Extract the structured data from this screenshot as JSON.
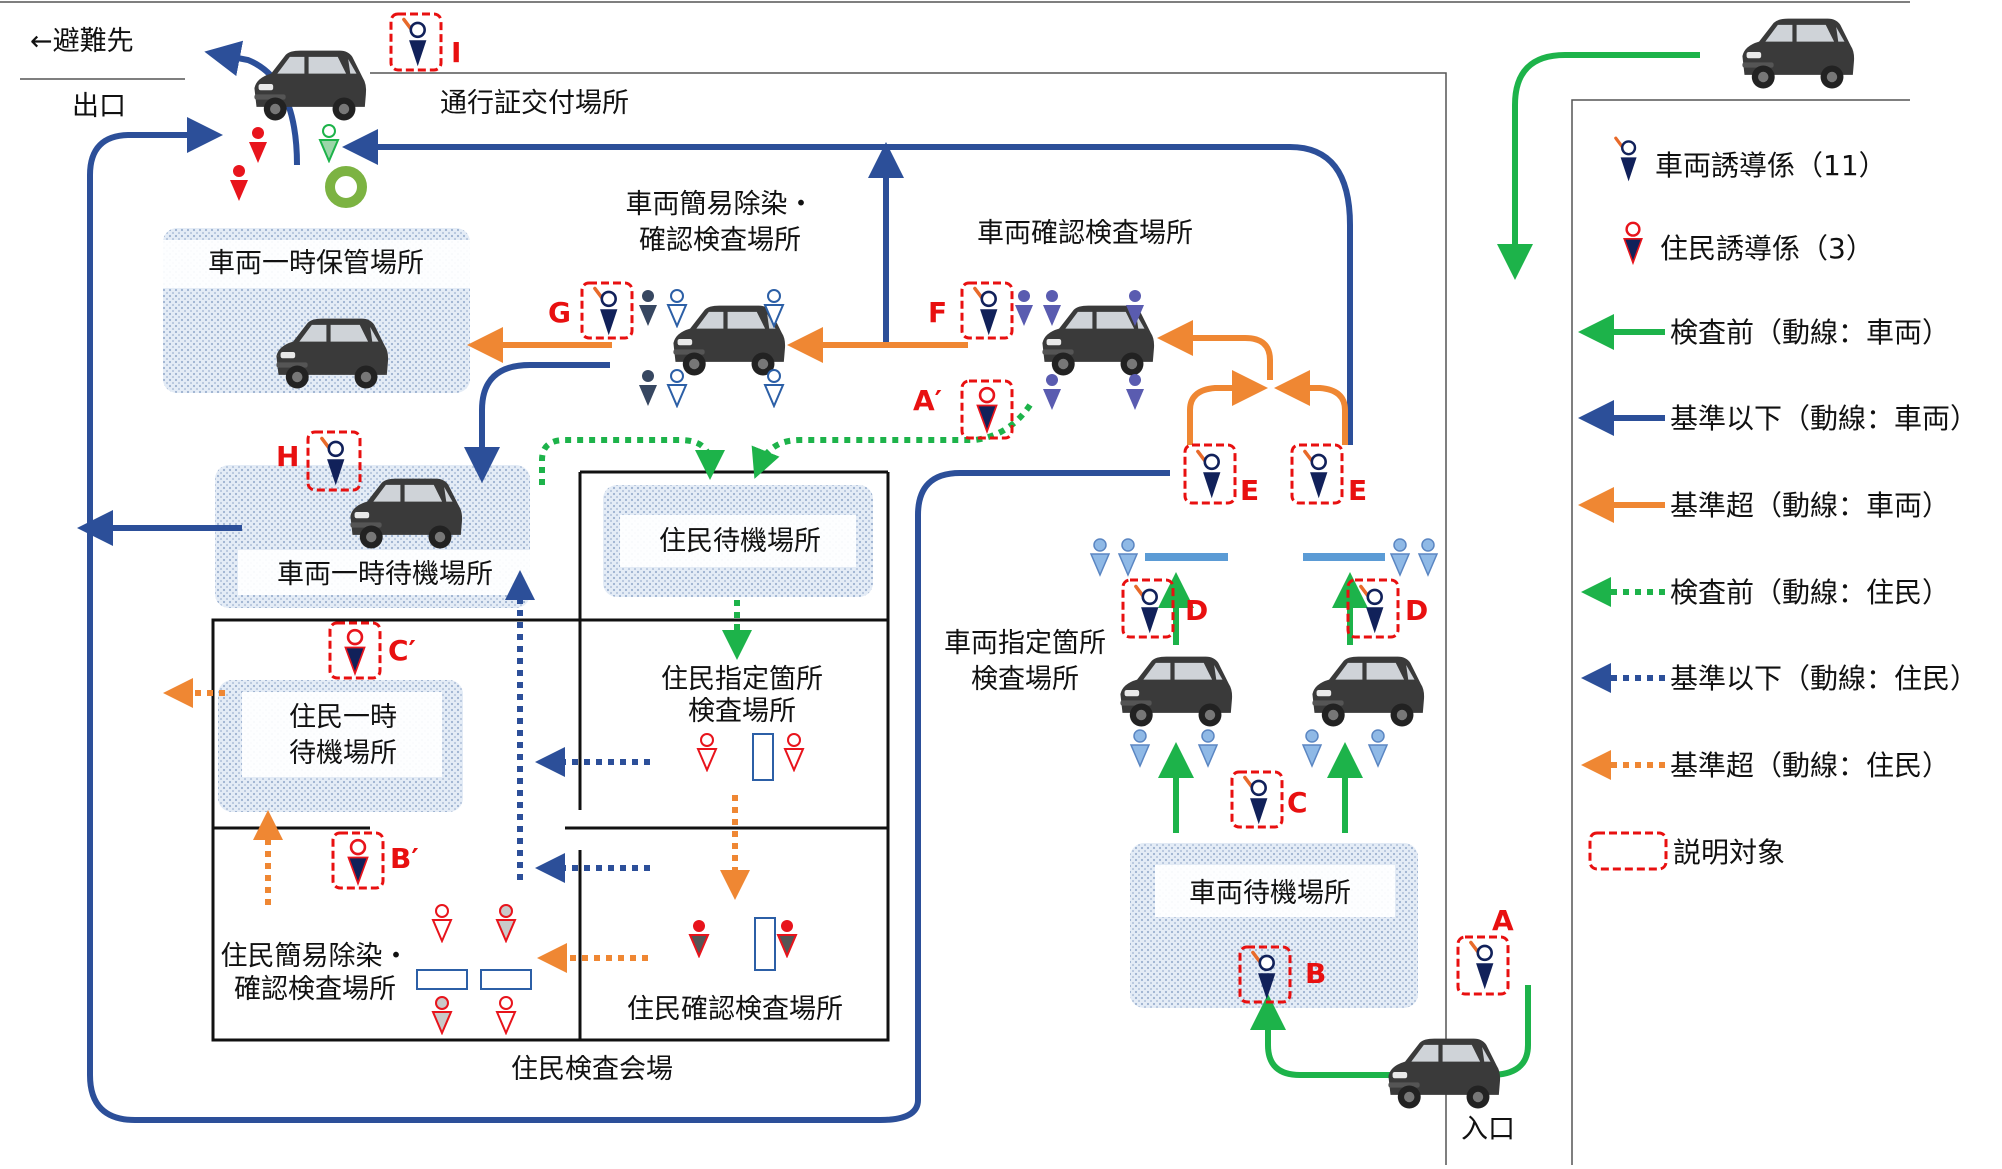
{
  "colors": {
    "green": "#1db34a",
    "blue": "#2c4f99",
    "orange": "#ef8733",
    "red_label": "#e81010",
    "navy_guide": "#11215a",
    "resident_red": "#e8141c",
    "person_light": "#8fb9e6",
    "person_purple": "#5a5cb0",
    "area_fill": "#e3ebf5"
  },
  "icons": {
    "car": "car-icon",
    "vehicle_guide": "vehicle-guide-icon",
    "resident_guide": "resident-guide-icon",
    "person": "person-icon",
    "ring": "ring-icon"
  },
  "top": {
    "evacuation_label": "←避難先",
    "exit_label": "出口",
    "pass_label": "通行証交付場所"
  },
  "areas": {
    "vehicle_storage": "車両一時保管場所",
    "vehicle_simple_decon_1": "車両簡易除染・",
    "vehicle_simple_decon_2": "確認検査場所",
    "vehicle_confirm": "車両確認検査場所",
    "vehicle_wait_temp": "車両一時待機場所",
    "resident_wait": "住民待機場所",
    "resident_designated_1": "住民指定箇所",
    "resident_designated_2": "検査場所",
    "resident_temp_1": "住民一時",
    "resident_temp_2": "待機場所",
    "resident_simple_1": "住民簡易除染・",
    "resident_simple_2": "確認検査場所",
    "resident_confirm": "住民確認検査場所",
    "resident_venue": "住民検査会場",
    "vehicle_designated_1": "車両指定箇所",
    "vehicle_designated_2": "検査場所",
    "vehicle_waiting": "車両待機場所",
    "entrance": "入口"
  },
  "markers": {
    "A": "A",
    "A_prime": "A′",
    "B": "B",
    "B_prime": "B′",
    "C": "C",
    "C_prime": "C′",
    "D": "D",
    "E": "E",
    "F": "F",
    "G": "G",
    "H": "H",
    "I": "I"
  },
  "legend": {
    "vehicle_guide": "車両誘導係（11）",
    "resident_guide": "住民誘導係（3）",
    "before_vehicle": "検査前（動線：車両）",
    "below_vehicle": "基準以下（動線：車両）",
    "over_vehicle": "基準超（動線：車両）",
    "before_resident": "検査前（動線：住民）",
    "below_resident": "基準以下（動線：住民）",
    "over_resident": "基準超（動線：住民）",
    "target": "説明対象"
  }
}
